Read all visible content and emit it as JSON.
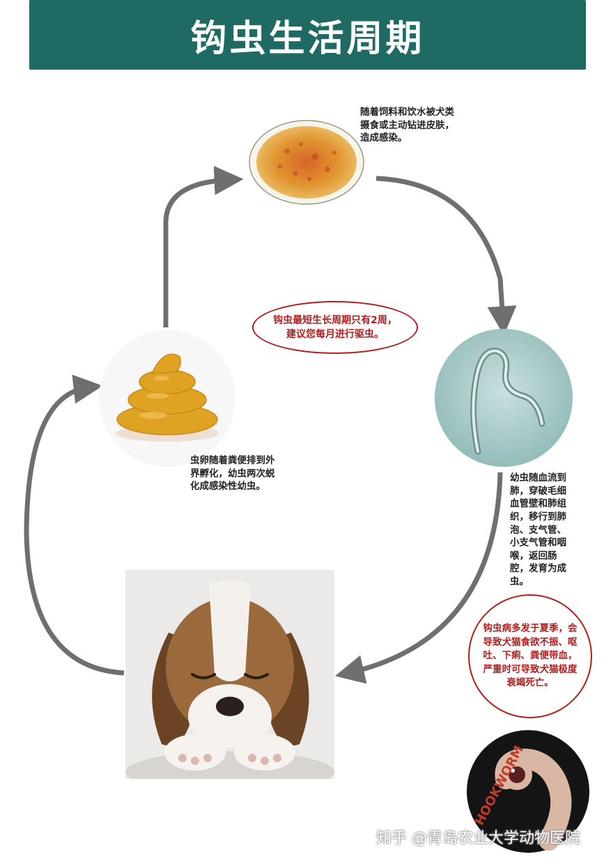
{
  "title": "钩虫生活周期",
  "stages": {
    "egg": {
      "caption": "随着饲料和饮水被犬类\n摄食或主动钻进皮肤，\n造成感染。"
    },
    "larva": {
      "caption": "幼虫随血流到\n肺，穿破毛细\n血管壁和肺组\n织，移行到肺\n泡、支气管、\n小支气管和咽\n喉，返回肠\n腔，发育为成\n虫。"
    },
    "poop": {
      "caption": "虫卵随着粪便排到外\n界孵化，幼虫两次蜕\n化成感染性幼虫。"
    }
  },
  "notes": {
    "cycle_note": "钩虫最短生长周期只有2周，\n建议您每月进行驱虫。",
    "disease_note": "钩虫病多发于夏季，会\n导致犬猫食欲不振、呕\n吐、下痢、粪便带血，\n严重时可导致犬猫极度\n衰竭死亡。"
  },
  "badge_text": "HOOKWORM",
  "watermark": "知乎 @青岛农业大学动物医院",
  "colors": {
    "banner": "#1f6b63",
    "arrow": "#6f6f6f",
    "note_red": "#b21d1d"
  }
}
